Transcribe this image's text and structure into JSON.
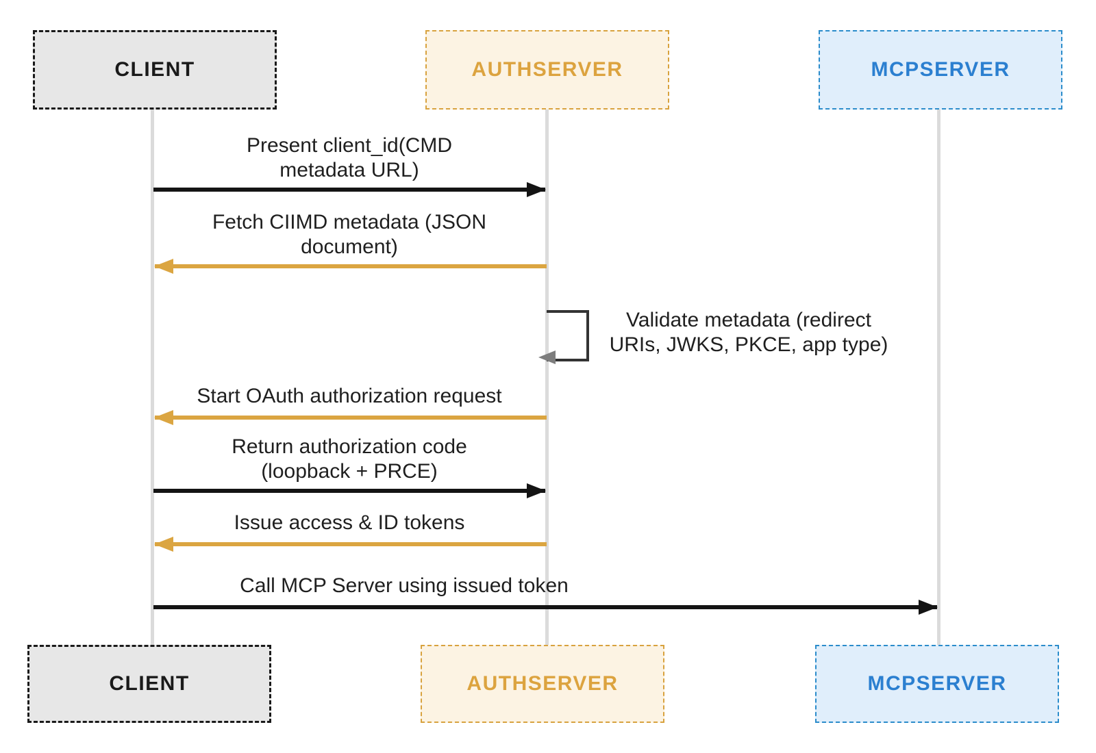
{
  "actors": [
    {
      "label": "CLIENT"
    },
    {
      "label": "AUTHSERVER"
    },
    {
      "label": "MCPSERVER"
    }
  ],
  "messages": [
    {
      "lines": [
        "Present client_id(CMD",
        "metadata URL)"
      ],
      "from": "CLIENT",
      "to": "AUTHSERVER",
      "arrow_color": "#141414"
    },
    {
      "lines": [
        "Fetch CIIMD metadata (JSON",
        "document)"
      ],
      "from": "AUTHSERVER",
      "to": "CLIENT",
      "arrow_color": "#dba541"
    },
    {
      "lines": [
        "Validate metadata (redirect",
        "URIs, JWKS, PKCE, app type)"
      ],
      "from": "AUTHSERVER",
      "to": "AUTHSERVER",
      "arrow_color": "#333333"
    },
    {
      "lines": [
        "Start OAuth authorization request"
      ],
      "from": "AUTHSERVER",
      "to": "CLIENT",
      "arrow_color": "#dba541"
    },
    {
      "lines": [
        "Return authorization code",
        "(loopback + PRCE)"
      ],
      "from": "CLIENT",
      "to": "AUTHSERVER",
      "arrow_color": "#141414"
    },
    {
      "lines": [
        "Issue access & ID tokens"
      ],
      "from": "AUTHSERVER",
      "to": "CLIENT",
      "arrow_color": "#dba541"
    },
    {
      "lines": [
        "Call MCP Server using issued token"
      ],
      "from": "CLIENT",
      "to": "MCPSERVER",
      "arrow_color": "#141414"
    }
  ],
  "colors": {
    "background": "#ffffff",
    "client_box_bg": "#e7e7e7",
    "client_box_border": "#1a1a1a",
    "client_text": "#1a1a1a",
    "authserver_box_bg": "#fcf3e3",
    "authserver_accent": "#d8a23e",
    "mcpserver_box_bg": "#e0eefb",
    "mcpserver_border": "#2b8ccb",
    "mcpserver_text": "#2b7fd0",
    "black_arrow": "#141414",
    "gold_arrow": "#dba541",
    "lifeline": "#dbdbdb",
    "selfloop_line": "#333333",
    "selfloop_arrowhead": "#7d7d7d",
    "message_text": "#1f1f1f"
  }
}
